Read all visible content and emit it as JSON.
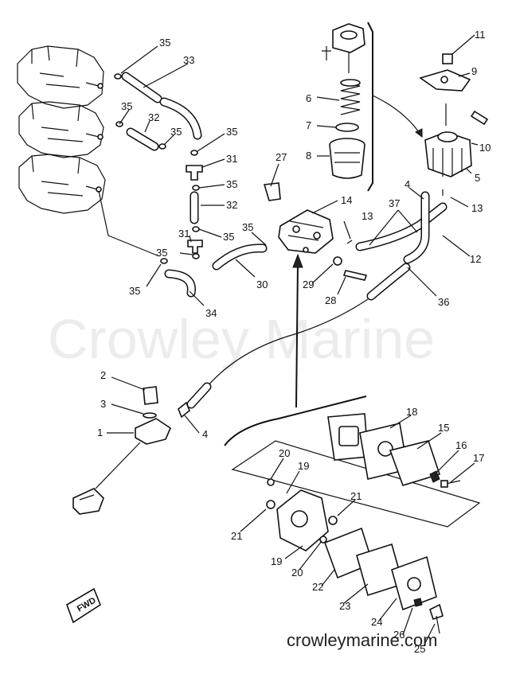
{
  "watermark": "Crowley Marine",
  "footer_url": "crowleymarine.com",
  "direction_tag": "FWD",
  "callouts": [
    "1",
    "2",
    "3",
    "4",
    "4",
    "5",
    "6",
    "7",
    "8",
    "9",
    "10",
    "11",
    "12",
    "13",
    "13",
    "14",
    "15",
    "16",
    "17",
    "18",
    "19",
    "19",
    "20",
    "20",
    "21",
    "21",
    "22",
    "23",
    "24",
    "25",
    "26",
    "27",
    "28",
    "29",
    "30",
    "31",
    "31",
    "32",
    "32",
    "33",
    "34",
    "35",
    "35",
    "35",
    "35",
    "35",
    "35",
    "35",
    "35",
    "36",
    "37"
  ]
}
